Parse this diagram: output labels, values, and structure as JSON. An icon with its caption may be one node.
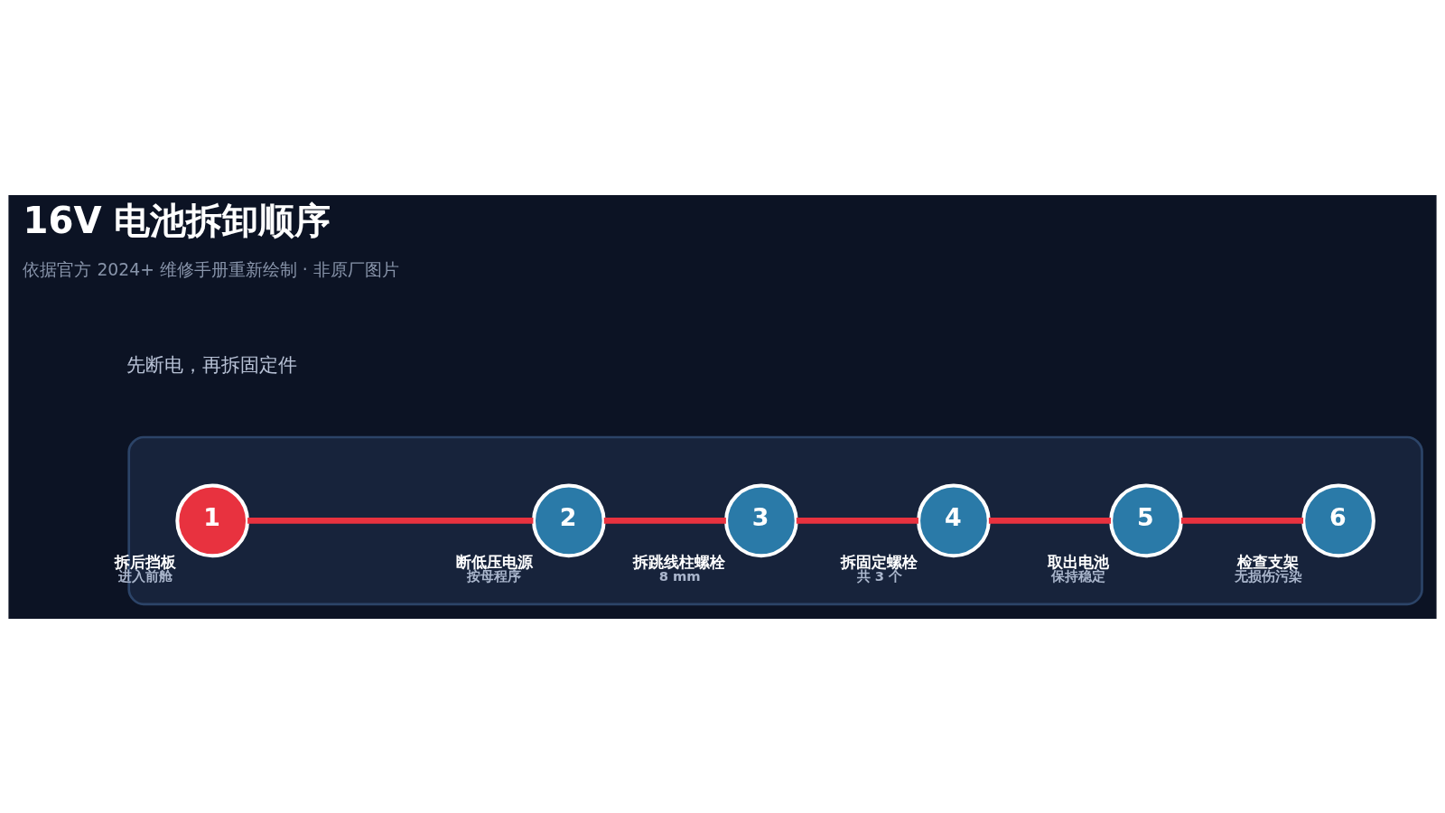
{
  "diagram": {
    "title": "16V 电池拆卸顺序",
    "nodes": [
      {
        "text": [],
        "shape": "box"
      },
      {
        "text": [
          "1"
        ],
        "beside": [
          "拆后挡板",
          "进入前舱"
        ],
        "in": 0
      },
      {
        "text": [
          "2"
        ],
        "beside": [
          "断低压电源",
          "按母程序"
        ],
        "in": 0
      },
      {
        "text": [
          "3"
        ],
        "beside": [
          "拆跳线柱螺栓",
          "8 mm"
        ],
        "in": 0
      },
      {
        "text": [
          "4"
        ],
        "beside": [
          "拆固定螺栓",
          "共 3 个"
        ],
        "in": 0
      },
      {
        "text": [
          "5"
        ],
        "beside": [
          "取出电池",
          "保持稳定"
        ],
        "in": 0
      },
      {
        "text": [
          "6"
        ],
        "beside": [
          "检查支架",
          "无损伤污染"
        ],
        "in": 0
      }
    ],
    "edges": [
      {
        "from": 1,
        "to": 2,
        "arrow": "none"
      },
      {
        "from": 2,
        "to": 3,
        "arrow": "none"
      },
      {
        "from": 3,
        "to": 4,
        "arrow": "none"
      },
      {
        "from": 4,
        "to": 5,
        "arrow": "none"
      },
      {
        "from": 5,
        "to": 6,
        "arrow": "none"
      }
    ],
    "labels": [
      "先断电，再拆固定件",
      "依据官方 2024+ 维修手册重新绘制 · 非原厂图片"
    ]
  }
}
